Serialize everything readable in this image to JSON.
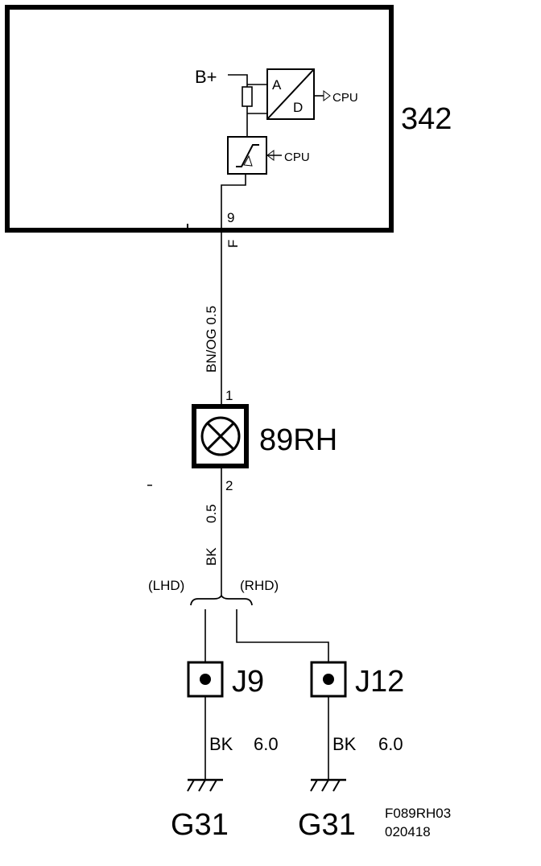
{
  "module": {
    "id": "342",
    "supply_label": "B+",
    "adc_top": "A",
    "adc_bottom": "D",
    "adc_output": "CPU",
    "switch_input": "CPU",
    "pin": "9",
    "connector": "F"
  },
  "wire_upper": {
    "color": "BN/OG",
    "size": "0.5"
  },
  "lamp": {
    "id": "89RH",
    "pin_top": "1",
    "pin_bottom": "2"
  },
  "wire_lower": {
    "color": "BK",
    "size": "0.5"
  },
  "branches": {
    "left": "(LHD)",
    "right": "(RHD)"
  },
  "splices": [
    {
      "id": "J9",
      "wire_color": "BK",
      "wire_size": "6.0",
      "ground": "G31"
    },
    {
      "id": "J12",
      "wire_color": "BK",
      "wire_size": "6.0",
      "ground": "G31"
    }
  ],
  "figure_code": "F089RH03",
  "figure_date": "020418"
}
